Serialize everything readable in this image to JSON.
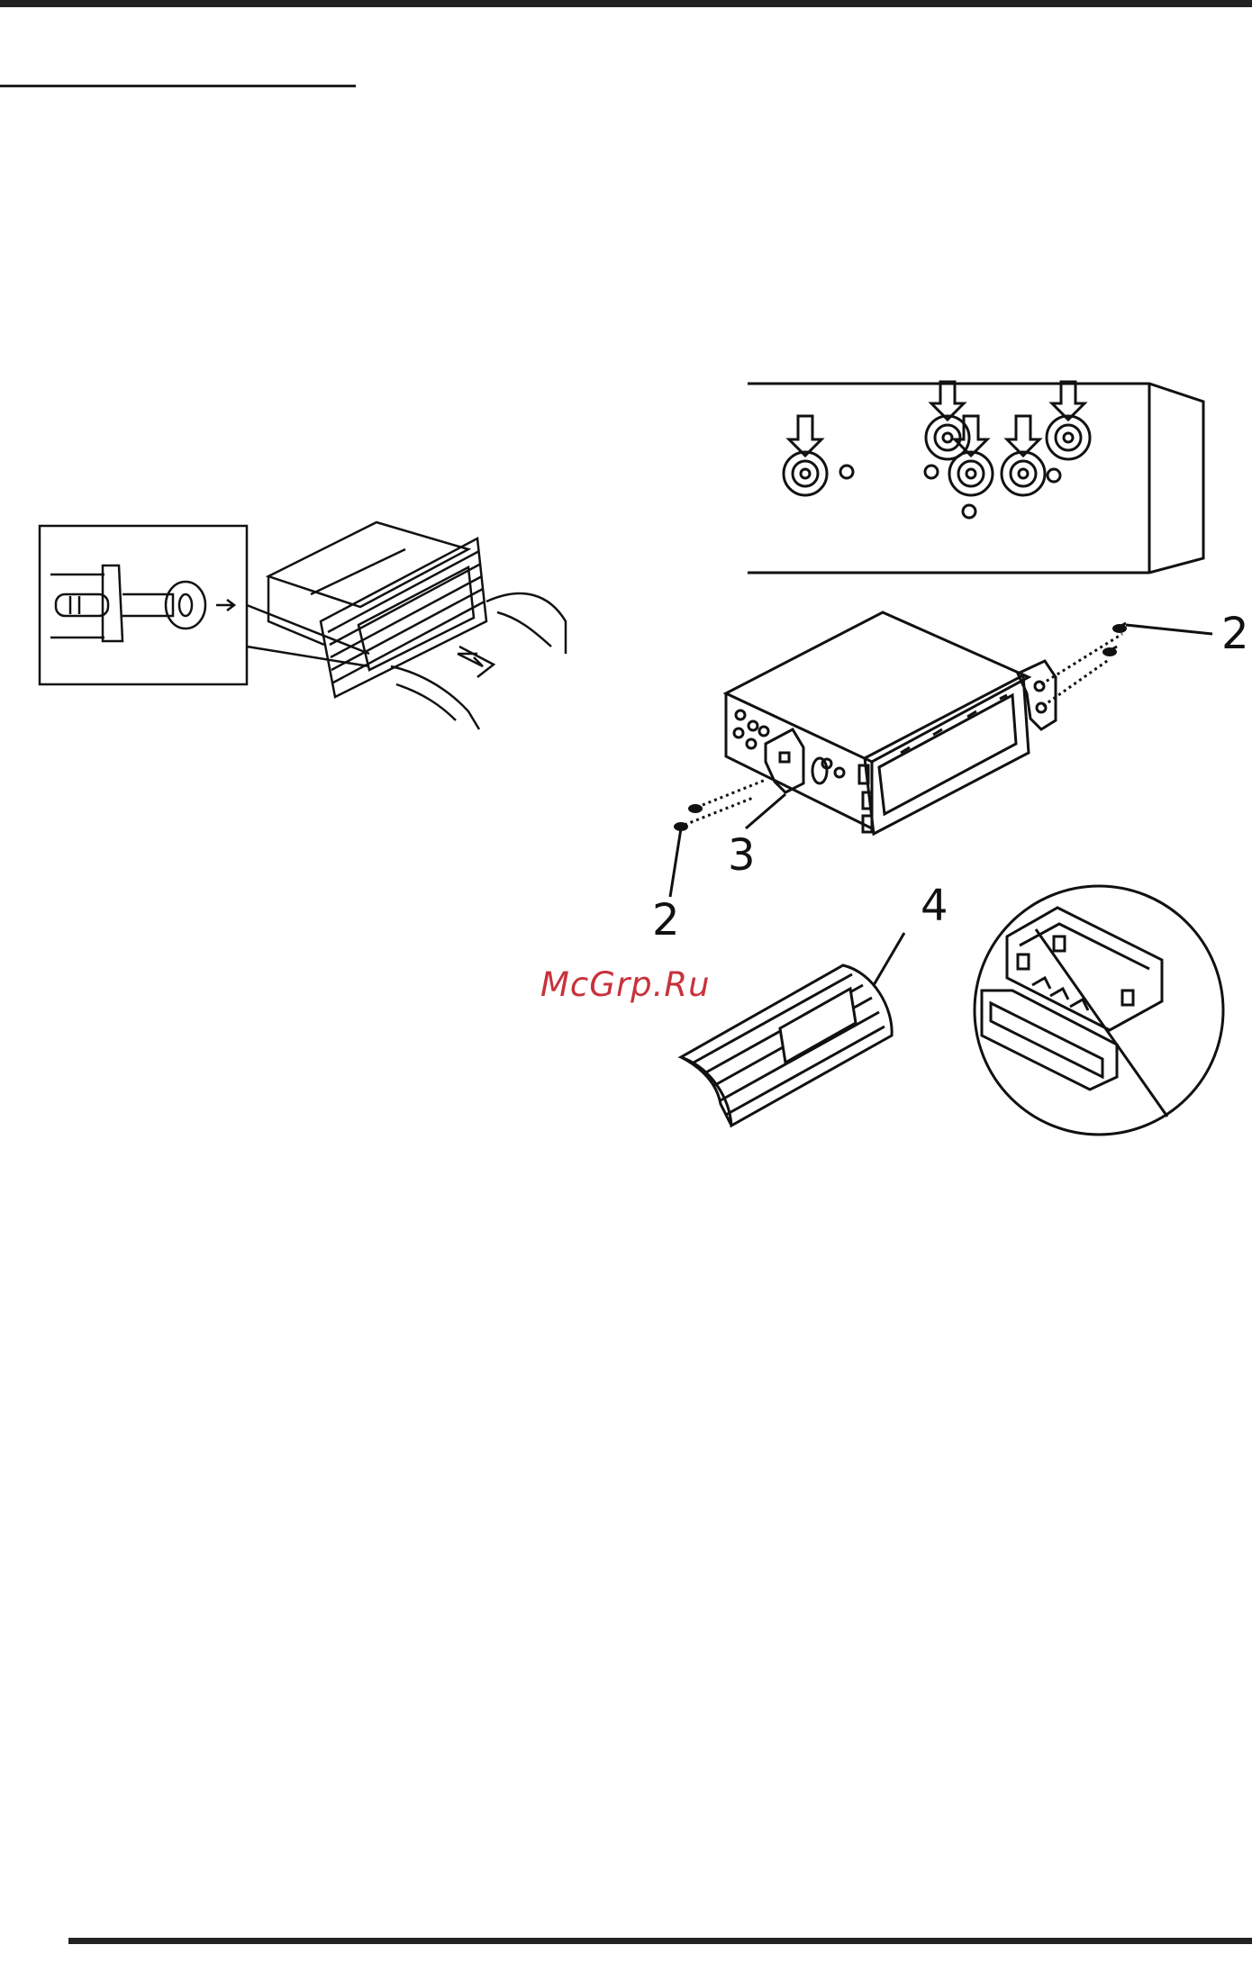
{
  "watermark": {
    "text": "McGrp.Ru",
    "color": "#c8323c"
  },
  "callouts": {
    "screw_right": "2",
    "screw_left": "2",
    "bracket": "3",
    "trim_frame": "4"
  },
  "colors": {
    "line": "#111111",
    "background": "#ffffff"
  }
}
